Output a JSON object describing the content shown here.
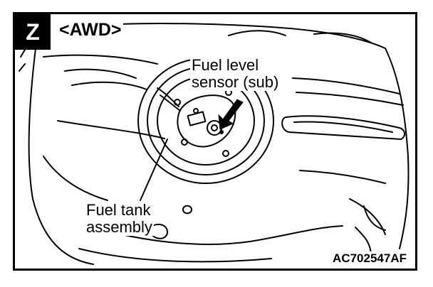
{
  "diagram": {
    "section_letter": "Z",
    "variant_label": "<AWD>",
    "labels": {
      "sensor_line1": "Fuel level",
      "sensor_line2": "sensor (sub)",
      "tank_line1": "Fuel tank",
      "tank_line2": "assembly"
    },
    "figure_code": "AC702547AF"
  }
}
